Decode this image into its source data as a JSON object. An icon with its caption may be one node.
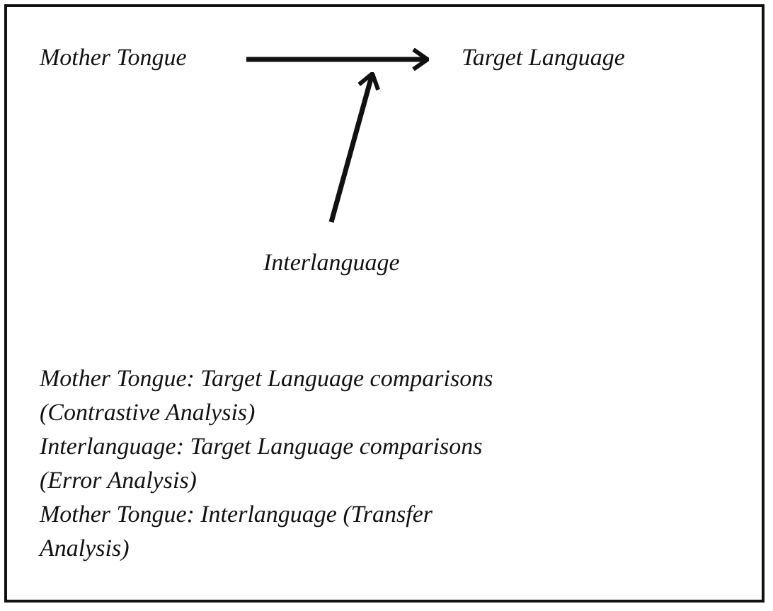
{
  "diagram": {
    "nodes": [
      {
        "text": [
          "Mother Tongue"
        ]
      },
      {
        "text": [
          "Target Language"
        ]
      },
      {
        "text": [
          "Interlanguage"
        ]
      }
    ],
    "edges": [
      {
        "from": 0,
        "to": 1,
        "arrow": "to"
      },
      {
        "from": 2,
        "to": null,
        "arrow": "to"
      }
    ],
    "labels": [
      "Mother Tongue: Target Language comparisons (Contrastive Analysis)",
      "Interlanguage: Target Language comparisons (Error Analysis)",
      "Mother Tongue: Interlanguage (Transfer Analysis)"
    ]
  }
}
